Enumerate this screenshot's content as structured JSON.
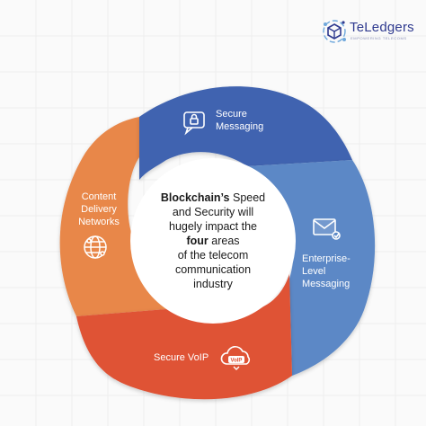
{
  "logo": {
    "name": "TeLedgers",
    "tagline": "EMPOWERING TELECOMS"
  },
  "segments": {
    "secure_messaging": {
      "label": "Secure\nMessaging",
      "color": "#3f63b0",
      "icon": "lock-chat-icon"
    },
    "enterprise_messaging": {
      "label": "Enterprise-\nLevel\nMessaging",
      "color": "#5b88c6",
      "icon": "envelope-icon"
    },
    "secure_voip": {
      "label": "Secure VoIP",
      "color": "#df5236",
      "icon": "voip-cloud-icon",
      "badge": "VoIP"
    },
    "content_delivery": {
      "label": "Content\nDelivery\nNetworks",
      "color": "#e8874a",
      "icon": "globe-network-icon"
    }
  },
  "center": {
    "line1_bold": "Blockchain’s",
    "line1_rest": " Speed",
    "line2": "and Security will",
    "line3": "hugely impact the",
    "line4_bold": "four",
    "line4_rest": " areas",
    "line5": "of the telecom",
    "line6": "communication",
    "line7": "industry"
  },
  "colors": {
    "background": "#fafafa",
    "grid": "#eeeeee",
    "brand": "#2f3a8f"
  }
}
